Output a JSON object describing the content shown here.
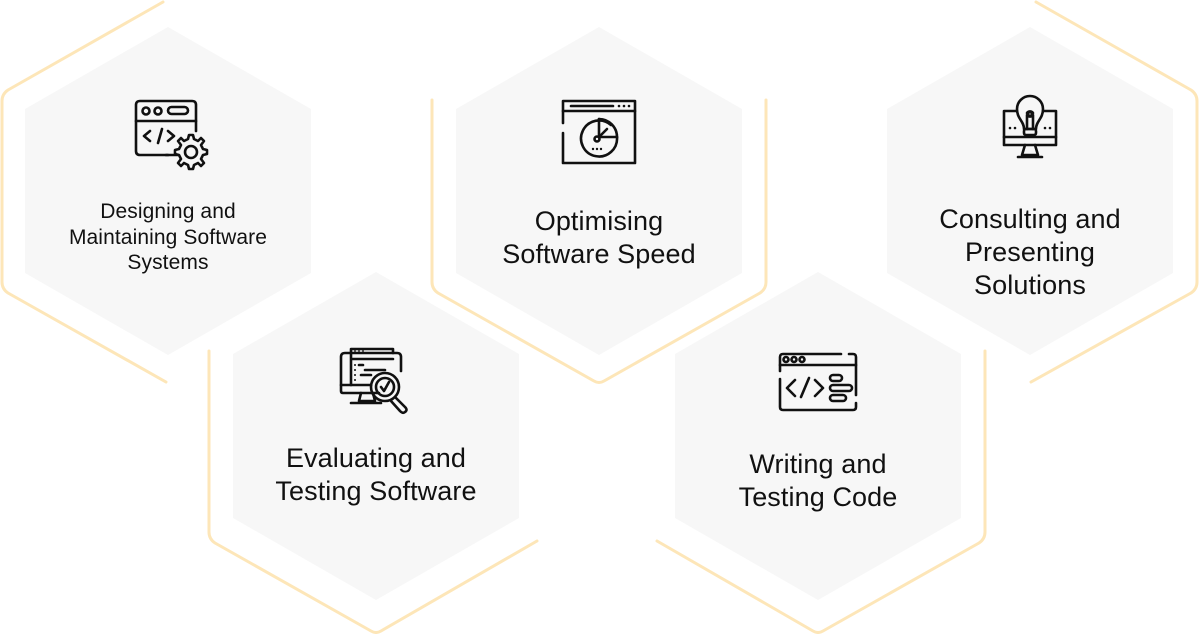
{
  "colors": {
    "background": "#ffffff",
    "hex_fill": "#f7f7f7",
    "hex_outline": "#fde6b8",
    "text": "#111111",
    "icon_stroke": "#111111"
  },
  "cards": [
    {
      "id": "designing",
      "icon": "browser-code-gear-icon",
      "label_lines": [
        "Designing and",
        "Maintaining Software",
        "Systems"
      ]
    },
    {
      "id": "optimising",
      "icon": "browser-speed-gauge-icon",
      "label_lines": [
        "Optimising",
        "Software Speed"
      ]
    },
    {
      "id": "consulting",
      "icon": "monitor-lightbulb-icon",
      "label_lines": [
        "Consulting and",
        "Presenting",
        "Solutions"
      ]
    },
    {
      "id": "evaluating",
      "icon": "monitor-magnifier-check-icon",
      "label_lines": [
        "Evaluating and",
        "Testing Software"
      ]
    },
    {
      "id": "writing",
      "icon": "browser-code-lines-icon",
      "label_lines": [
        "Writing and",
        "Testing Code"
      ]
    }
  ]
}
